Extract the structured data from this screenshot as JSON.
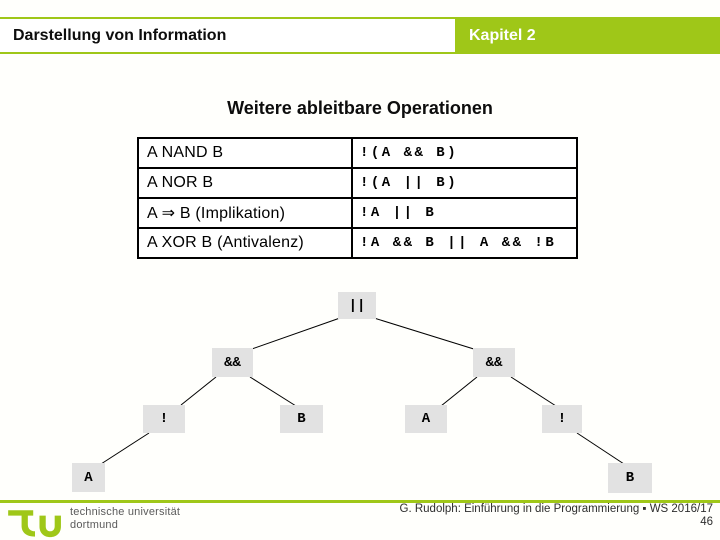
{
  "header": {
    "title": "Darstellung von Information",
    "chapter": "Kapitel 2"
  },
  "slide": {
    "title": "Weitere ableitbare Operationen"
  },
  "table": {
    "rows": [
      {
        "operation": "A NAND B",
        "expression": "!(A && B)"
      },
      {
        "operation": "A NOR B",
        "expression": "!(A || B)"
      },
      {
        "operation": "A ⇒ B (Implikation)",
        "expression": "!A || B"
      },
      {
        "operation": "A XOR B (Antivalenz)",
        "expression": "!A && B || A && !B"
      }
    ]
  },
  "tree": {
    "nodes": [
      {
        "label": "||"
      },
      {
        "label": "&&"
      },
      {
        "label": "&&"
      },
      {
        "label": "!"
      },
      {
        "label": "B"
      },
      {
        "label": "A"
      },
      {
        "label": "!"
      },
      {
        "label": "A"
      },
      {
        "label": "B"
      }
    ]
  },
  "footer": {
    "university_line1": "technische universität",
    "university_line2": "dortmund",
    "credit": "G. Rudolph: Einführung in die Programmierung ▪ WS 2016/17",
    "page_number": "46"
  },
  "colors": {
    "accent_green": "#9fc718",
    "node_gray": "#e2e2e2"
  }
}
